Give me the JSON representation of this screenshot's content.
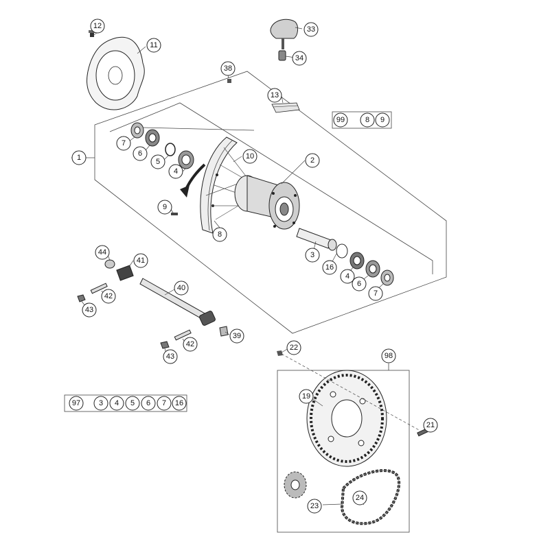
{
  "callouts": {
    "c1": "1",
    "c2": "2",
    "c3a": "3",
    "c4a": "4",
    "c5": "5",
    "c6a": "6",
    "c7a": "7",
    "c8": "8",
    "c9": "9",
    "c10": "10",
    "c11": "11",
    "c12": "12",
    "c13": "13",
    "c16": "16",
    "c4b": "4",
    "c6b": "6",
    "c7b": "7",
    "c19": "19",
    "c21": "21",
    "c22": "22",
    "c23": "23",
    "c24": "24",
    "c33": "33",
    "c34": "34",
    "c38": "38",
    "c39": "39",
    "c40": "40",
    "c41": "41",
    "c42a": "42",
    "c42b": "42",
    "c43a": "43",
    "c43b": "43",
    "c44": "44",
    "c97": "97",
    "c98": "98",
    "c99": "99"
  },
  "kit99": {
    "items": [
      "8",
      "9"
    ]
  },
  "kit97": {
    "items": [
      "3",
      "4",
      "5",
      "6",
      "7",
      "16"
    ]
  },
  "colors": {
    "line": "#222222",
    "frame": "#555555",
    "shade": "#d8d8d8",
    "dark": "#333333"
  }
}
